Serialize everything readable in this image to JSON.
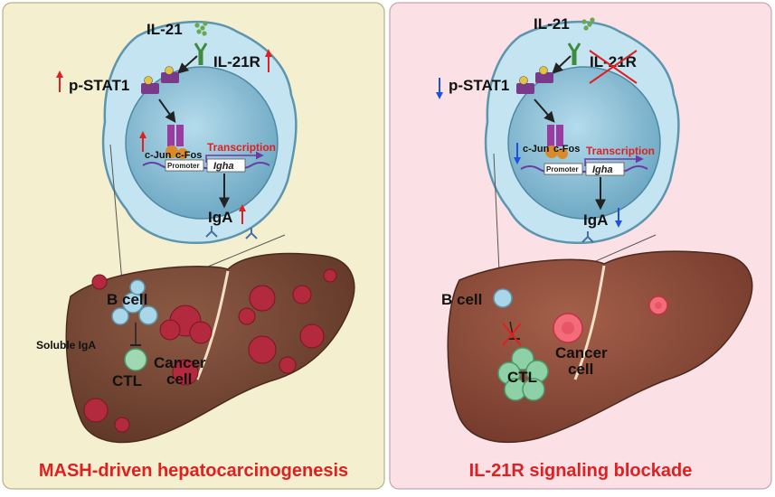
{
  "colors": {
    "left_panel_bg": "#f4efcf",
    "right_panel_bg": "#fbe0e6",
    "cell_body": "#c3e4f0",
    "nucleus": "#8fc4da",
    "liver": "#7a4732",
    "red_text": "#e02020",
    "up_arrow": "#e02020",
    "down_arrow": "#1f4fe0"
  },
  "icons": [
    "il21-dots-icon",
    "receptor-icon",
    "stat1-icon",
    "ap1-icon",
    "iga-antibody-icon",
    "arrow-up-icon",
    "arrow-down-icon",
    "inhibition-icon",
    "cross-icon"
  ],
  "left": {
    "il21": "IL-21",
    "il21r": "IL-21R",
    "pstat1": "p-STAT1",
    "cjun": "c-Jun",
    "cfos": "c-Fos",
    "transcription": "Transcription",
    "promoter": "Promoter",
    "igha": "Igha",
    "iga": "IgA",
    "bcell": "B cell",
    "soluble_iga": "Soluble IgA",
    "ctl": "CTL",
    "cancer_line1": "Cancer",
    "cancer_line2": "cell",
    "caption": "MASH-driven hepatocarcinogenesis"
  },
  "right": {
    "il21": "IL-21",
    "il21r": "IL-21R",
    "pstat1": "p-STAT1",
    "cjun": "c-Jun",
    "cfos": "c-Fos",
    "transcription": "Transcription",
    "promoter": "Promoter",
    "igha": "Igha",
    "iga": "IgA",
    "bcell": "B cell",
    "ctl": "CTL",
    "cancer_line1": "Cancer",
    "cancer_line2": "cell",
    "caption": "IL-21R signaling blockade"
  }
}
